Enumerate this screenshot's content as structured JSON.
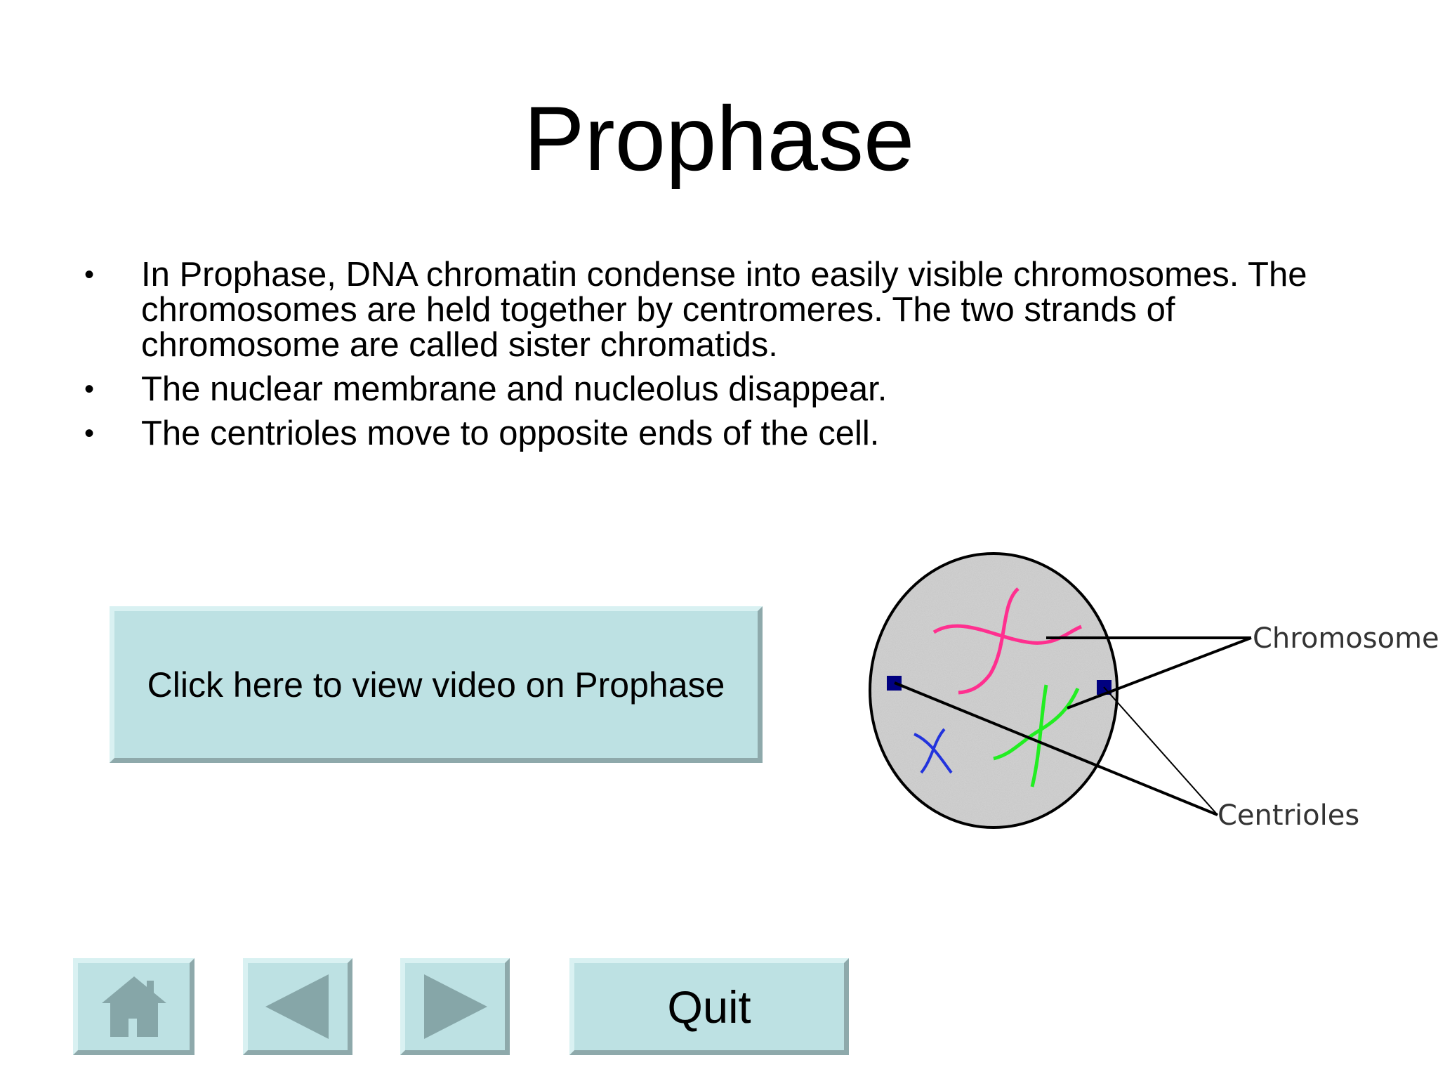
{
  "slide": {
    "title": "Prophase",
    "bullets": [
      "In Prophase, DNA chromatin condense into easily visible chromosomes. The chromosomes are held together by centromeres.  The two strands of chromosome are called sister chromatids.",
      "The nuclear membrane and nucleolus disappear.",
      "The centrioles move to opposite ends of the cell."
    ],
    "bullet_glyph": "•"
  },
  "video_button": {
    "label": "Click here to view video on Prophase"
  },
  "diagram": {
    "labels": {
      "chromosomes": "Chromosomes",
      "centrioles": "Centrioles"
    },
    "colors": {
      "cell_fill": "#c9c9c9",
      "chromosome_pink": "#ff2f8f",
      "chromosome_green": "#22ee22",
      "chromosome_blue": "#2233dd",
      "centriole": "#000080"
    }
  },
  "nav": {
    "home_icon": "home-icon",
    "back_icon": "back-arrow-icon",
    "next_icon": "forward-arrow-icon",
    "quit_label": "Quit",
    "colors": {
      "button_face": "#bde1e3",
      "icon": "#86a6a8"
    }
  }
}
